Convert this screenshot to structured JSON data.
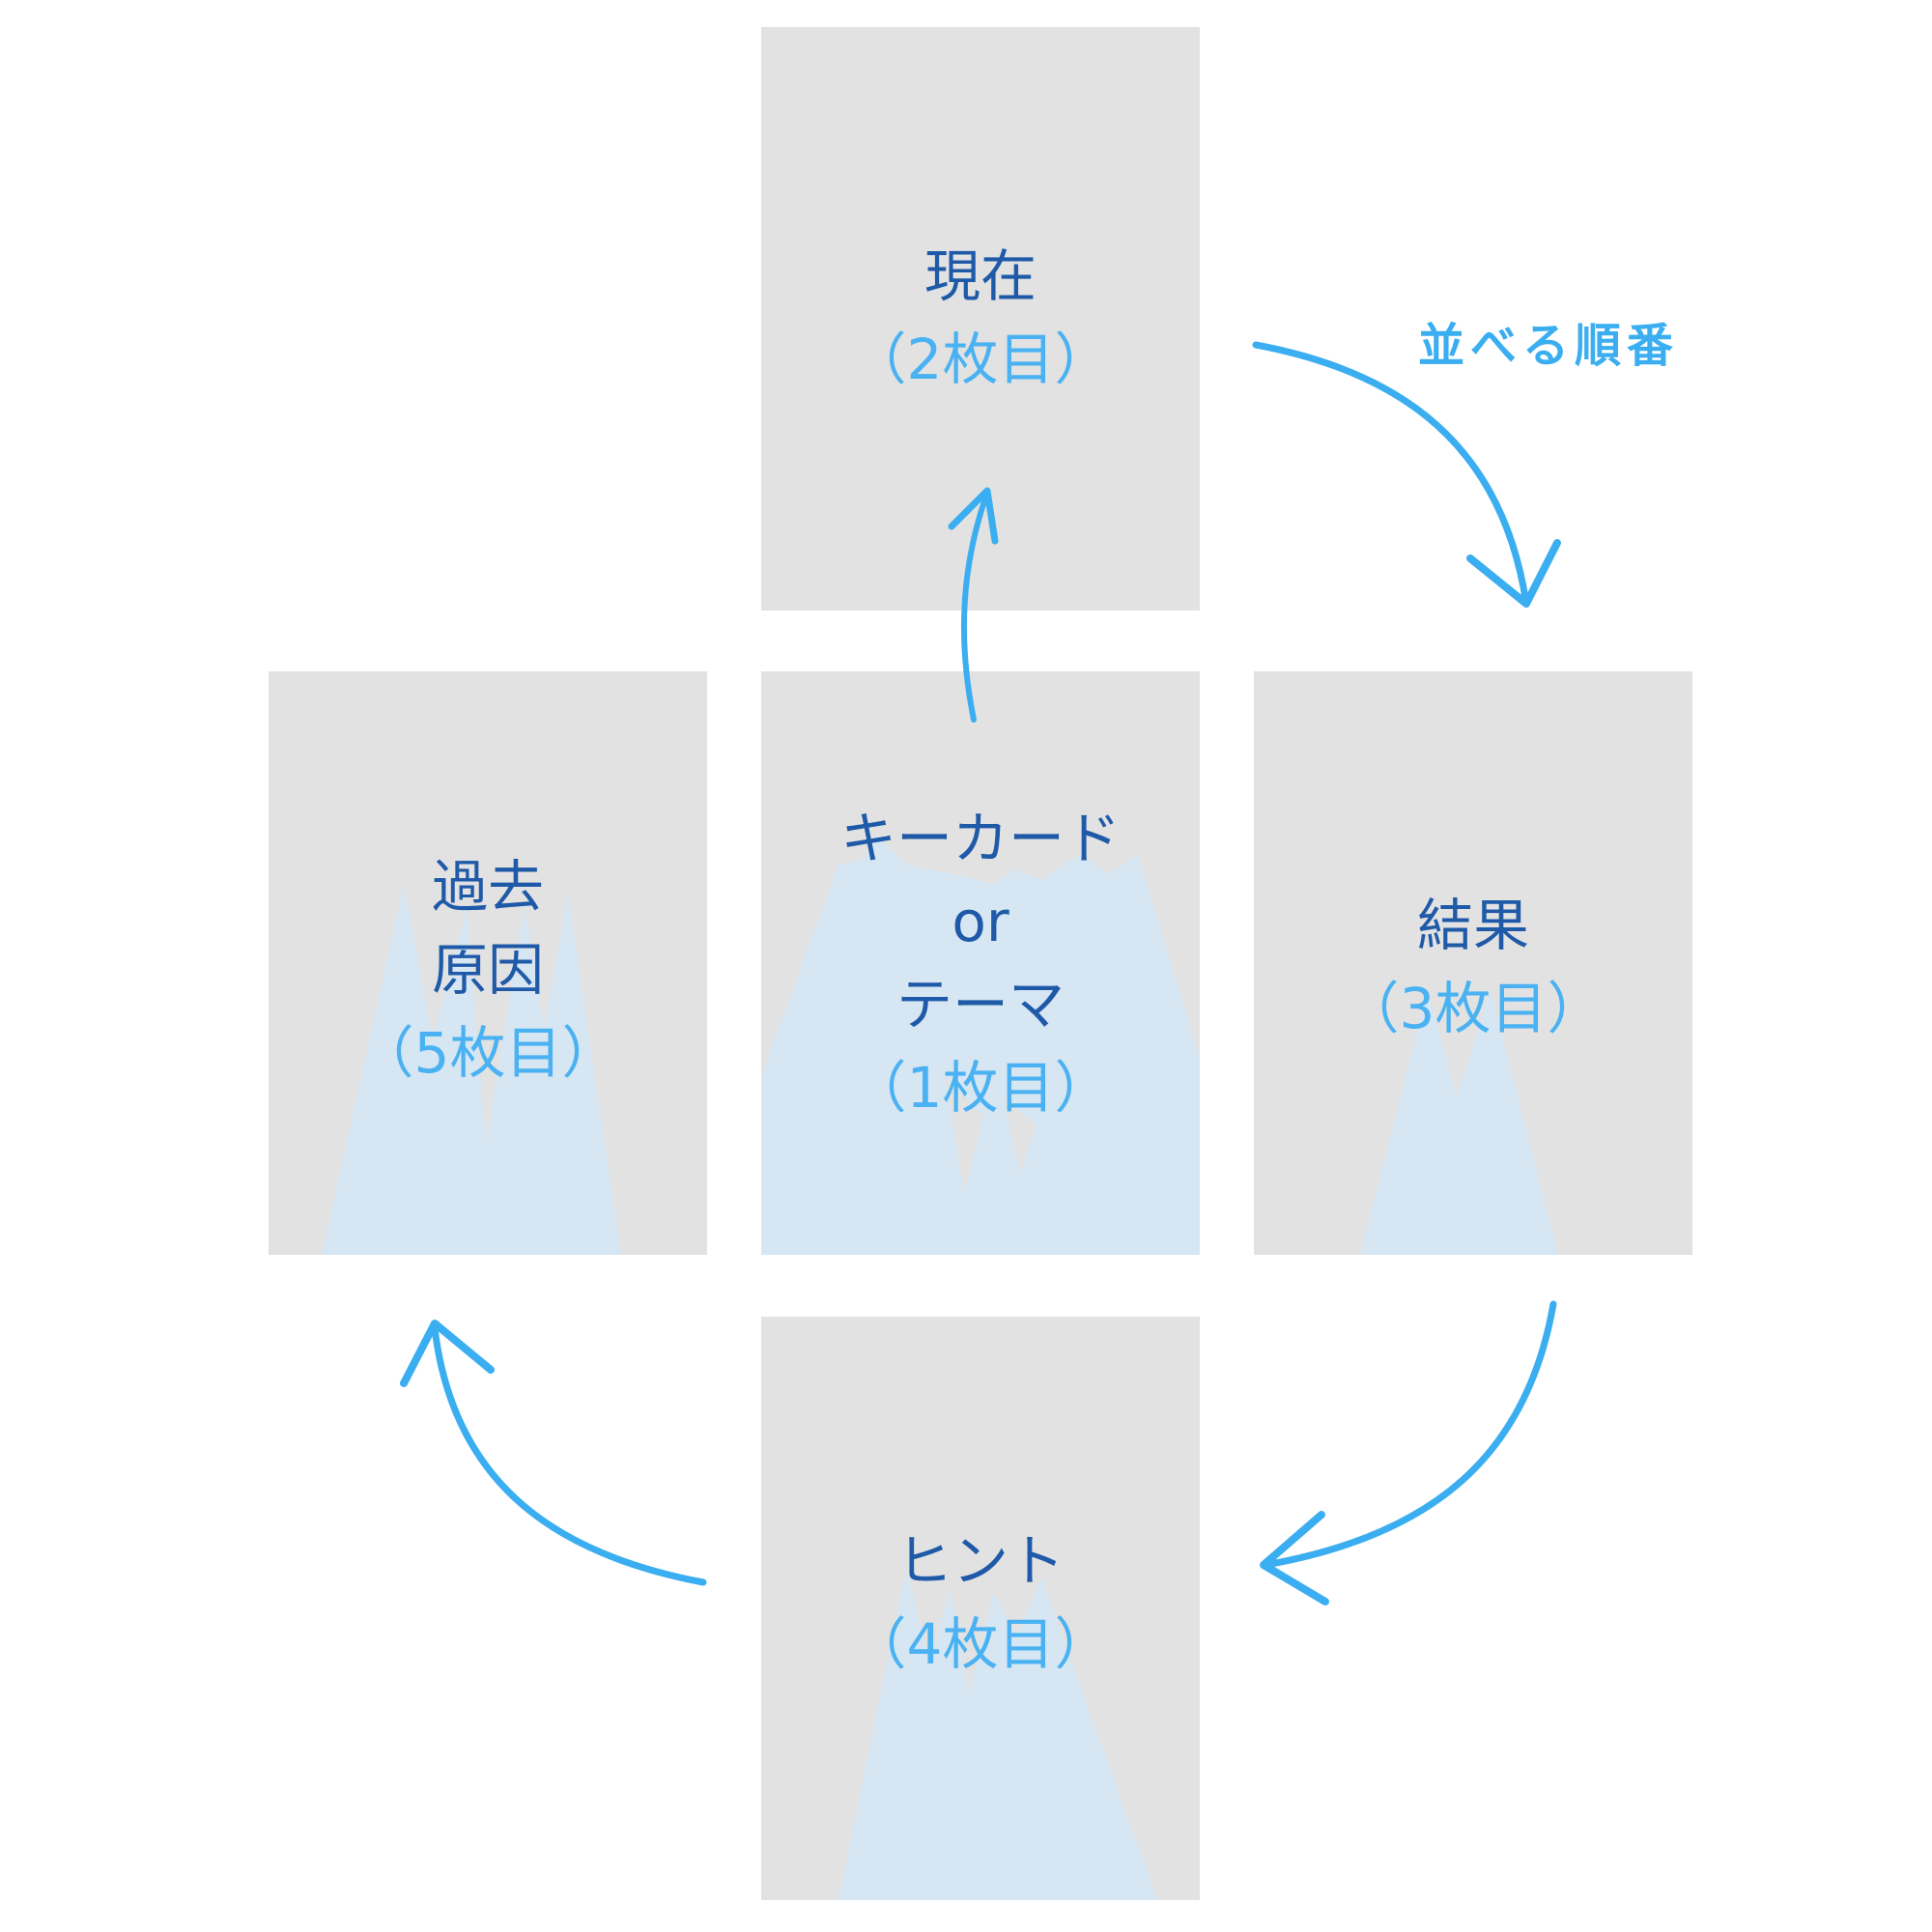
{
  "order_label": "並べる順番",
  "colors": {
    "card_bg": "#e2e2e2",
    "title_text": "#1f5aa8",
    "count_text": "#4ab2f2",
    "arrow": "#3aaef0",
    "glow": "#d6e6f2"
  },
  "cards": {
    "present": {
      "lines": [
        "現在"
      ],
      "count": "（2枚目）"
    },
    "key": {
      "lines": [
        "キーカード",
        "or",
        "テーマ"
      ],
      "count": "（1枚目）"
    },
    "past": {
      "lines": [
        "過去",
        "原因"
      ],
      "count": "（5枚目）"
    },
    "result": {
      "lines": [
        "結果"
      ],
      "count": "（3枚目）"
    },
    "hint": {
      "lines": [
        "ヒント"
      ],
      "count": "（4枚目）"
    }
  }
}
